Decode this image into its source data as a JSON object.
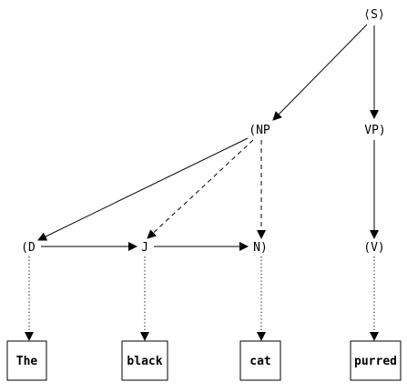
{
  "nodes": {
    "s": "⟨S⟩",
    "np": "(NP",
    "vp": "VP)",
    "d": "(D",
    "j": "J",
    "n": "N)",
    "v": "(V)"
  },
  "leaves": {
    "the": "The",
    "black": "black",
    "cat": "cat",
    "purred": "purred"
  }
}
